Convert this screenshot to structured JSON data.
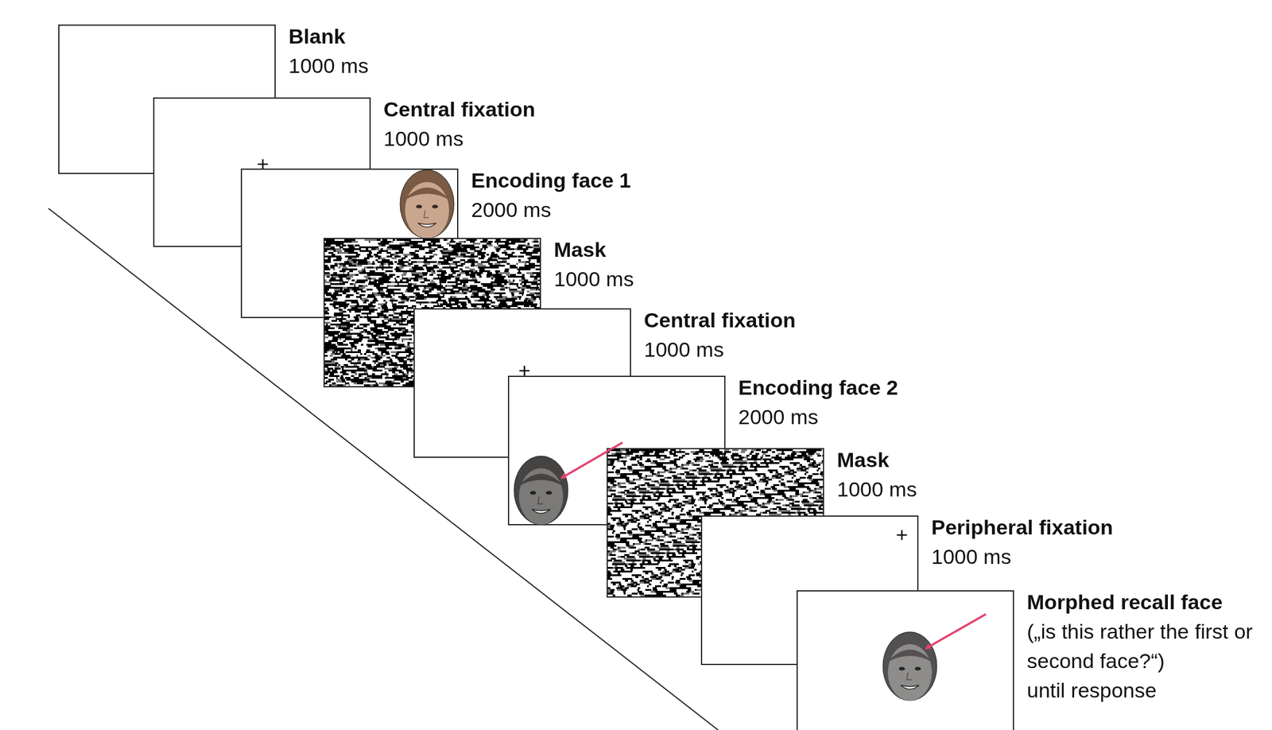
{
  "diagram": {
    "nodes": [
      {
        "text": [
          "Blank",
          "1000 ms"
        ]
      },
      {
        "text": [
          "Central fixation",
          "1000 ms",
          "+"
        ]
      },
      {
        "text": [
          "Encoding face 1",
          "2000 ms"
        ]
      },
      {
        "text": [
          "Mask",
          "1000 ms"
        ]
      },
      {
        "text": [
          "Central fixation",
          "1000 ms",
          "+"
        ]
      },
      {
        "text": [
          "Encoding face 2",
          "2000 ms"
        ]
      },
      {
        "text": [
          "Mask",
          "1000 ms"
        ]
      },
      {
        "text": [
          "Peripheral fixation",
          "1000 ms",
          "+"
        ]
      },
      {
        "text": [
          "Morphed recall face",
          "(„is this rather the first or second face?“)",
          "until response"
        ]
      }
    ]
  }
}
